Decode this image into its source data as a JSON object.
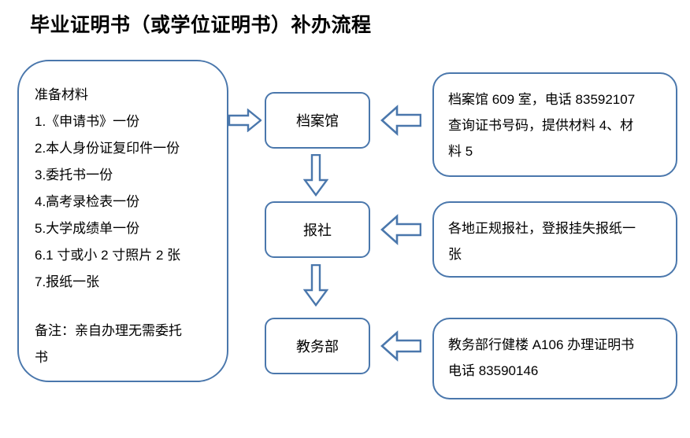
{
  "title": "毕业证明书（或学位证明书）补办流程",
  "materials": {
    "heading": "准备材料",
    "items": [
      "1.《申请书》一份",
      "2.本人身份证复印件一份",
      "3.委托书一份",
      "4.高考录检表一份",
      "5.大学成绩单一份",
      "6.1 寸或小 2 寸照片 2 张",
      "7.报纸一张"
    ],
    "note_lines": [
      "备注：亲自办理无需委托",
      "书"
    ]
  },
  "stages": [
    {
      "label": "档案馆"
    },
    {
      "label": "报社"
    },
    {
      "label": "教务部"
    }
  ],
  "details": [
    {
      "lines": [
        "档案馆 609 室，电话 83592107",
        "查询证书号码，提供材料 4、材",
        "料 5"
      ]
    },
    {
      "lines": [
        "各地正规报社，登报挂失报纸一",
        "张"
      ]
    },
    {
      "lines": [
        "教务部行健楼 A106 办理证明书",
        "电话 83590146"
      ]
    }
  ],
  "arrows": {
    "materials_to_archive": "arrow-right-icon",
    "archive_to_press": "arrow-down-icon",
    "press_to_academic": "arrow-down-icon",
    "detail_archive_to_stage": "arrow-left-icon",
    "detail_press_to_stage": "arrow-left-icon",
    "detail_academic_to_stage": "arrow-left-icon"
  },
  "colors": {
    "border": "#4a77ac",
    "arrow_fill": "#4a77ac",
    "text": "#000000",
    "background": "#ffffff"
  }
}
